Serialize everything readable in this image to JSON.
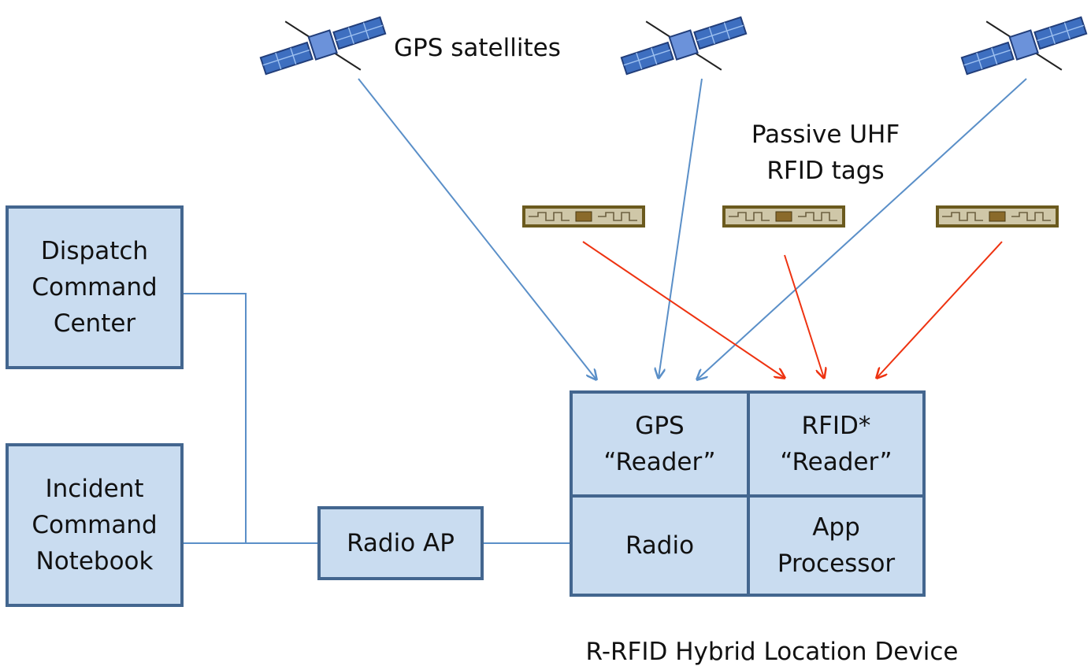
{
  "labels": {
    "gps_satellites": "GPS satellites",
    "rfid_tags": "Passive UHF\nRFID tags",
    "device_caption": "R-RFID Hybrid Location Device"
  },
  "boxes": {
    "dispatch": "Dispatch\nCommand\nCenter",
    "incident": "Incident\nCommand\nNotebook",
    "radio_ap": "Radio AP",
    "gps_reader": "GPS\n“Reader”",
    "rfid_reader": "RFID*\n“Reader”",
    "radio": "Radio",
    "app_processor": "App\nProcessor"
  },
  "icons": {
    "satellite": "satellite-icon",
    "rfid_tag": "rfid-tag-icon"
  },
  "colors": {
    "box_fill": "#c9dcf0",
    "box_border": "#43668f",
    "gps_arrow": "#5a8fc8",
    "rfid_arrow": "#ee3311"
  }
}
